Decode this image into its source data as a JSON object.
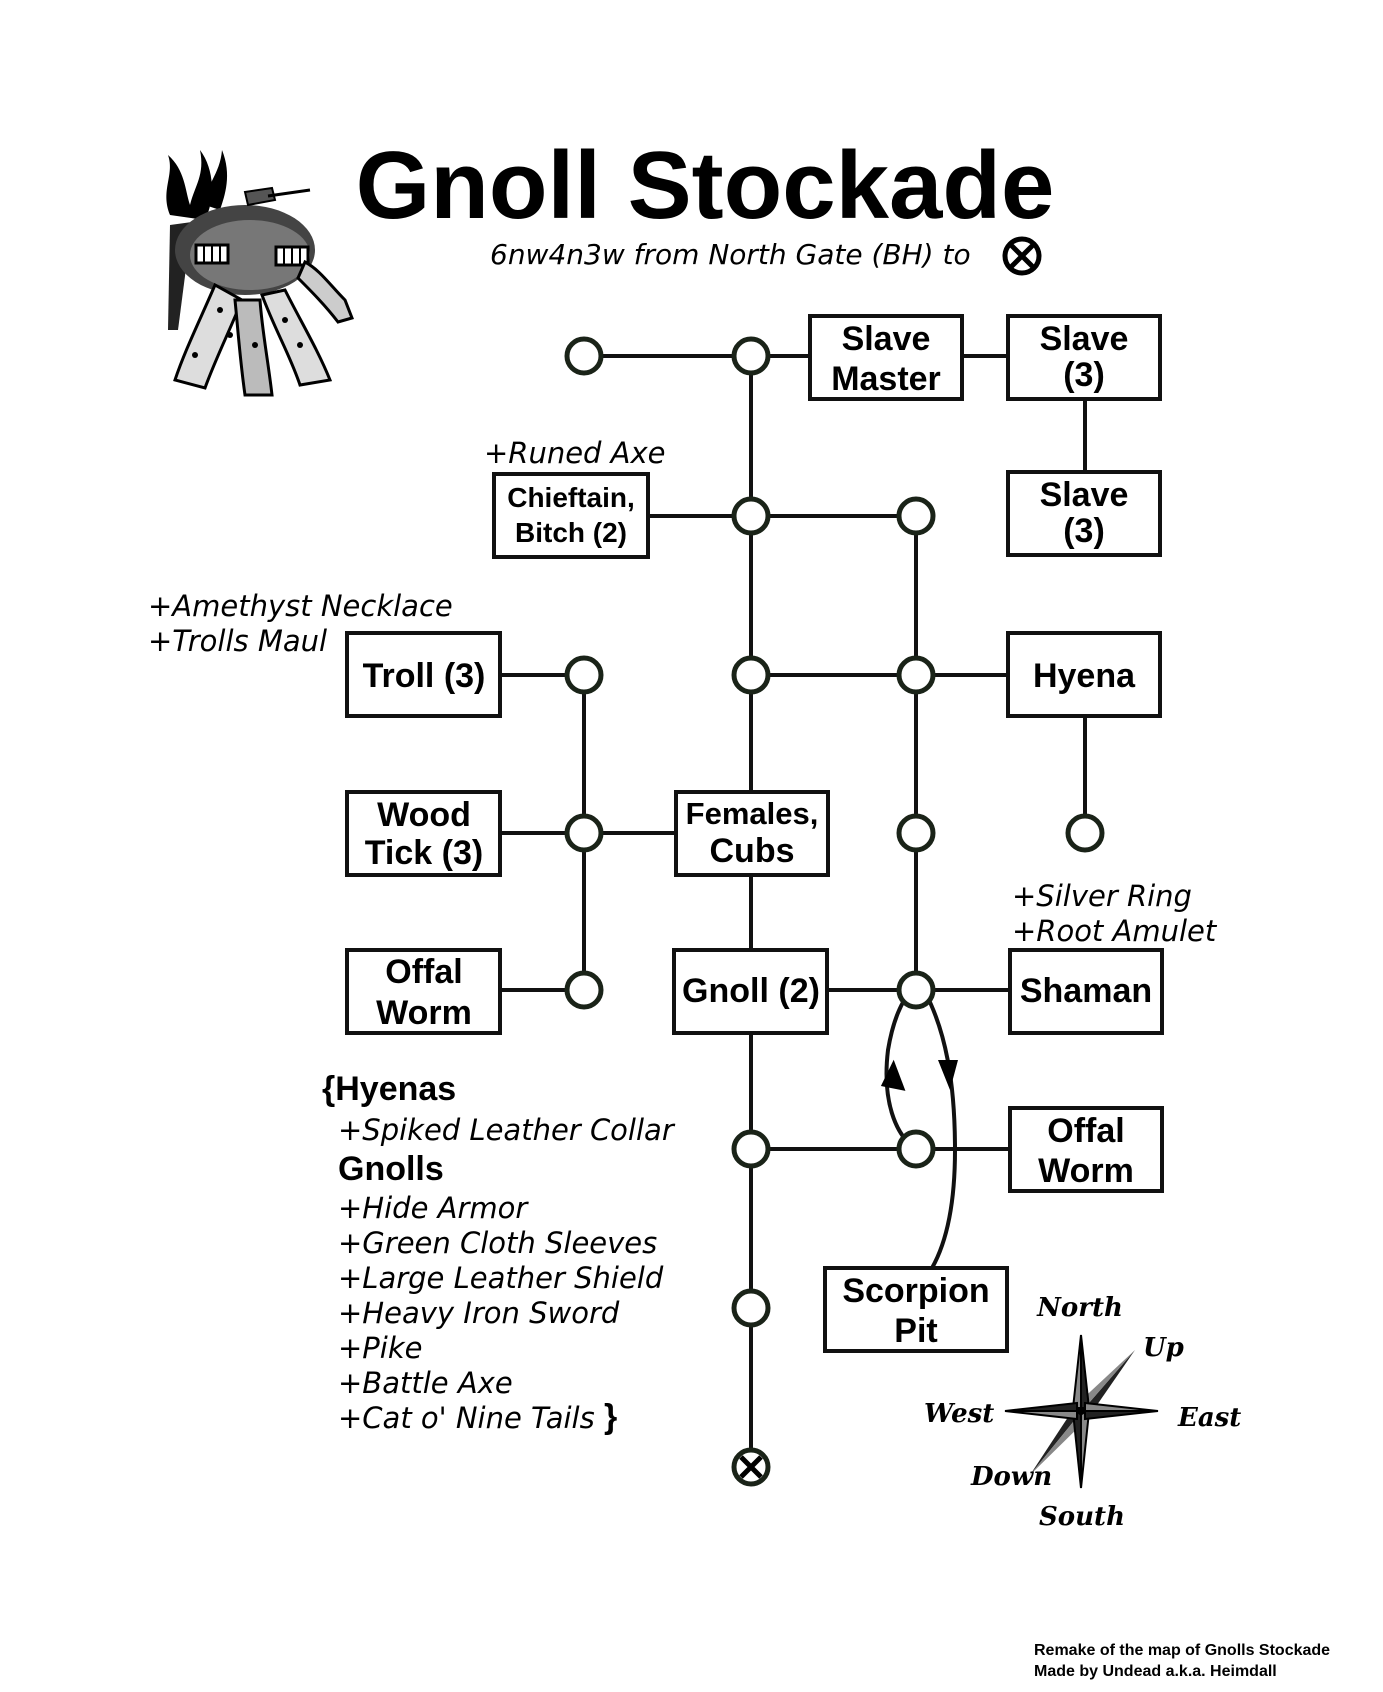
{
  "title": "Gnoll Stockade",
  "directions": "6nw4n3w from North Gate (BH) to",
  "rooms": {
    "slave_master": [
      "Slave",
      "Master"
    ],
    "slave_top": [
      "Slave",
      "(3)"
    ],
    "slave_mid": [
      "Slave",
      "(3)"
    ],
    "chieftain": [
      "Chieftain,",
      "Bitch (2)"
    ],
    "troll": [
      "Troll (3)"
    ],
    "hyena": [
      "Hyena"
    ],
    "wood_tick": [
      "Wood",
      "Tick (3)"
    ],
    "females": [
      "Females,",
      "Cubs"
    ],
    "offal_worm_left": [
      "Offal",
      "Worm"
    ],
    "gnoll": [
      "Gnoll (2)"
    ],
    "shaman": [
      "Shaman"
    ],
    "offal_worm_right": [
      "Offal",
      "Worm"
    ],
    "scorpion_pit": [
      "Scorpion",
      "Pit"
    ]
  },
  "loot": {
    "chieftain": [
      "+Runed Axe"
    ],
    "troll": [
      "+Amethyst Necklace",
      "+Trolls Maul"
    ],
    "shaman": [
      "+Silver Ring",
      "+Root Amulet"
    ]
  },
  "drops": {
    "hyenas_heading": "{Hyenas",
    "hyenas_items": [
      "+Spiked Leather Collar"
    ],
    "gnolls_heading": "Gnolls",
    "gnolls_items": [
      "+Hide Armor",
      "+Green Cloth Sleeves",
      "+Large Leather Shield",
      "+Heavy Iron Sword",
      "+Pike",
      "+Battle Axe",
      "+Cat o' Nine Tails"
    ],
    "close_brace": "}"
  },
  "compass": {
    "north": "North",
    "south": "South",
    "east": "East",
    "west": "West",
    "up": "Up",
    "down": "Down"
  },
  "credits": [
    "Remake of the map of Gnolls Stockade",
    "Made by Undead a.k.a. Heimdall"
  ],
  "icons": [
    "gnoll-illustration",
    "target-marker-icon",
    "compass-rose-icon"
  ],
  "colors": {
    "ink": "#111111",
    "node_stroke": "#1a2318",
    "background": "#ffffff"
  }
}
